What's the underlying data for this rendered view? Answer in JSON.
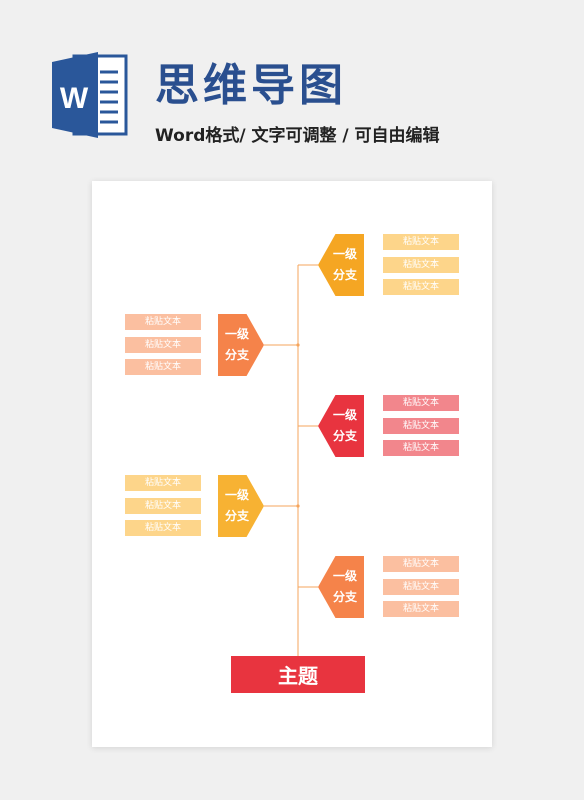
{
  "header": {
    "title": "思维导图",
    "subtitle": "Word格式/ 文字可调整 / 可自由编辑",
    "logo_letter": "W"
  },
  "mindmap": {
    "topic": "主题",
    "branches": [
      {
        "line1": "一级",
        "line2": "分支",
        "color": "#f5a623",
        "leaf_color": "#fdd58a",
        "side": "right",
        "leaves": [
          "粘贴文本",
          "粘贴文本",
          "粘贴文本"
        ]
      },
      {
        "line1": "一级",
        "line2": "分支",
        "color": "#f5834a",
        "leaf_color": "#fbbfa0",
        "side": "left",
        "leaves": [
          "粘贴文本",
          "粘贴文本",
          "粘贴文本"
        ]
      },
      {
        "line1": "一级",
        "line2": "分支",
        "color": "#e8343f",
        "leaf_color": "#f2868c",
        "side": "right",
        "leaves": [
          "粘贴文本",
          "粘贴文本",
          "粘贴文本"
        ]
      },
      {
        "line1": "一级",
        "line2": "分支",
        "color": "#f7b233",
        "leaf_color": "#fdd58a",
        "side": "left",
        "leaves": [
          "粘贴文本",
          "粘贴文本",
          "粘贴文本"
        ]
      },
      {
        "line1": "一级",
        "line2": "分支",
        "color": "#f5834a",
        "leaf_color": "#fbbfa0",
        "side": "right",
        "leaves": [
          "粘贴文本",
          "粘贴文本",
          "粘贴文本"
        ]
      }
    ],
    "line_color": "#f5a55c"
  }
}
